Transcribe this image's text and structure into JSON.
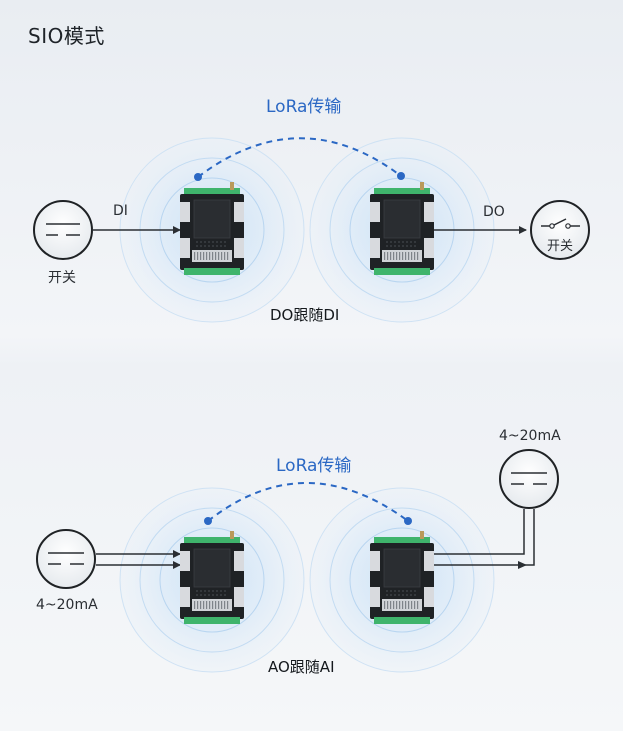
{
  "page_title": "SIO模式",
  "colors": {
    "accent_blue": "#2b68c4",
    "device_body": "#1f2225",
    "terminal_green": "#3fb46c",
    "halo_blue": "#bcd8f2"
  },
  "panel_do": {
    "link_label": "LoRa传输",
    "input_label": "DI",
    "output_label": "DO",
    "left_switch_label": "开关",
    "right_switch_label": "开关",
    "caption": "DO跟随DI"
  },
  "panel_ao": {
    "link_label": "LoRa传输",
    "input_label": "4~20mA",
    "output_label": "4~20mA",
    "caption": "AO跟随AI"
  }
}
